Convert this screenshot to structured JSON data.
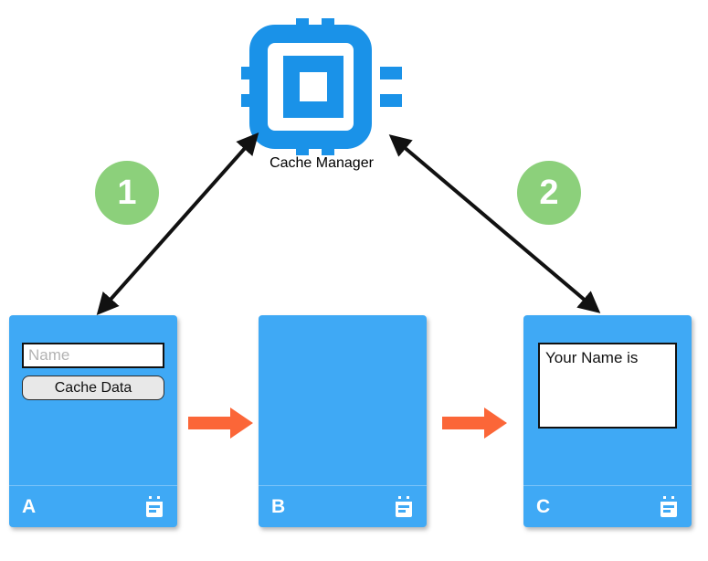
{
  "diagram": {
    "background_color": "#ffffff",
    "accent_blue": "#1a92e8",
    "panel_blue": "#3fa9f5",
    "step_green": "#8cd07b",
    "arrow_orange": "#fb6638",
    "arrow_black": "#111111"
  },
  "cache_manager": {
    "label": "Cache Manager",
    "icon": "cpu-chip-icon"
  },
  "steps": [
    {
      "number": "1",
      "name": "step-badge-1"
    },
    {
      "number": "2",
      "name": "step-badge-2"
    }
  ],
  "connectors": [
    {
      "name": "arrow-panel-a-to-cache-manager",
      "style": "double-headed",
      "color": "#111111"
    },
    {
      "name": "arrow-cache-manager-to-panel-c",
      "style": "double-headed",
      "color": "#111111"
    },
    {
      "name": "flow-arrow-a-to-b",
      "style": "single-headed",
      "color": "#fb6638"
    },
    {
      "name": "flow-arrow-b-to-c",
      "style": "single-headed",
      "color": "#fb6638"
    }
  ],
  "panels": [
    {
      "letter": "A",
      "icon": "note-icon",
      "input": {
        "placeholder": "Name",
        "value": ""
      },
      "button": {
        "label": "Cache Data"
      }
    },
    {
      "letter": "B",
      "icon": "note-icon"
    },
    {
      "letter": "C",
      "icon": "note-icon",
      "output": {
        "text": "Your Name is"
      }
    }
  ]
}
